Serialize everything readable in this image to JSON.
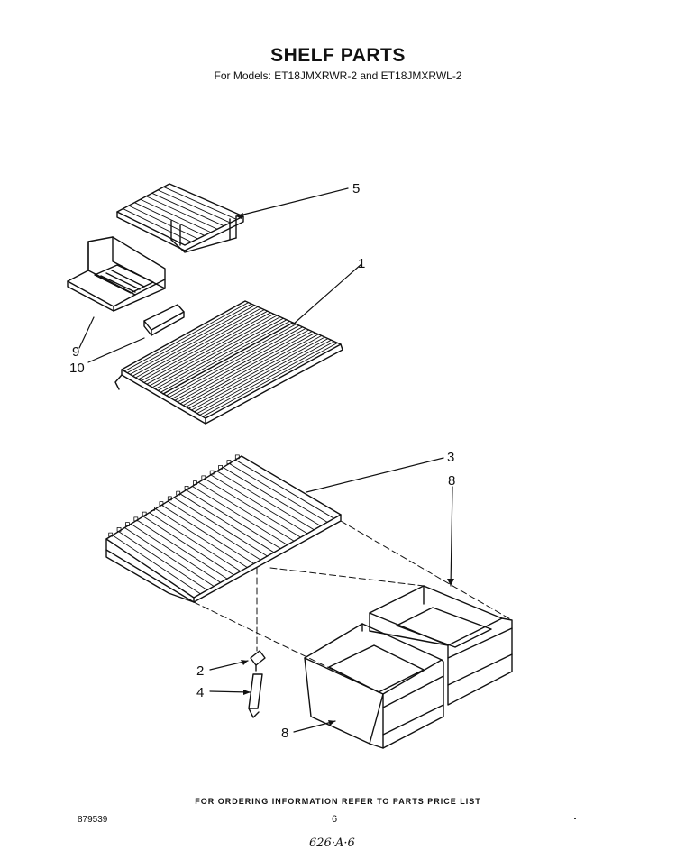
{
  "header": {
    "title": "SHELF PARTS",
    "subtitle": "For Models: ET18JMXRWR-2 and ET18JMXRWL-2"
  },
  "callouts": {
    "c1": "1",
    "c2": "2",
    "c3": "3",
    "c4": "4",
    "c5": "5",
    "c8a": "8",
    "c8b": "8",
    "c9": "9",
    "c10": "10"
  },
  "footer": {
    "ordering_note": "FOR ORDERING INFORMATION REFER TO PARTS PRICE LIST",
    "catalog_number": "879539",
    "page_number": "6",
    "handwritten_note": "626·A·6"
  }
}
